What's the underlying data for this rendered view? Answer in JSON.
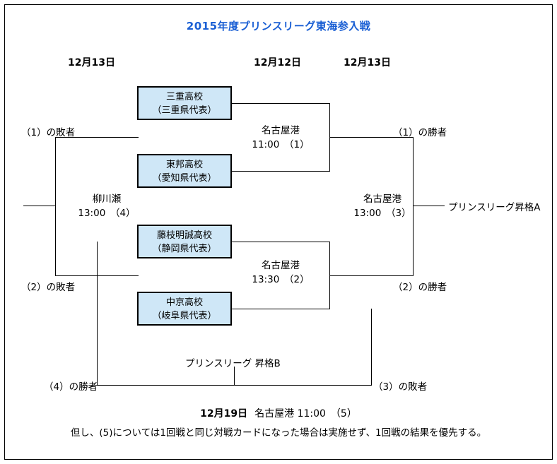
{
  "document": {
    "title": "2015年度プリンスリーグ東海参入戦",
    "title_color": "#1a5fd4",
    "box_fill_color": "#cfe7f7"
  },
  "date_headers": [
    {
      "label": "12月13日"
    },
    {
      "label": "12月12日"
    },
    {
      "label": "12月13日"
    }
  ],
  "teams": [
    {
      "name": "三重高校",
      "rep": "（三重県代表）"
    },
    {
      "name": "東邦高校",
      "rep": "（愛知県代表）"
    },
    {
      "name": "藤枝明誠高校",
      "rep": "（静岡県代表）"
    },
    {
      "name": "中京高校",
      "rep": "（岐阜県代表）"
    }
  ],
  "matches": [
    {
      "venue": "名古屋港",
      "time": "11:00　（1）"
    },
    {
      "venue": "名古屋港",
      "time": "13:30　（2）"
    },
    {
      "venue": "名古屋港",
      "time": "13:00　（3）"
    },
    {
      "venue": "柳川瀬",
      "time": "13:00　（4）"
    }
  ],
  "side_labels": {
    "loser1": "（1）の敗者",
    "loser2": "（2）の敗者",
    "winner1": "（1）の勝者",
    "winner2": "（2）の勝者",
    "winner4": "（4）の勝者",
    "loser3": "（3）の敗者"
  },
  "promotions": {
    "a": "プリンスリーグ昇格A",
    "b": "プリンスリーグ 昇格B"
  },
  "footer": {
    "line1_date": "12月19日",
    "line1_rest": "名古屋港  11:00　（5）",
    "line2": "但し、(5)については1回戦と同じ対戦カードになった場合は実施せず、1回戦の結果を優先する。"
  }
}
